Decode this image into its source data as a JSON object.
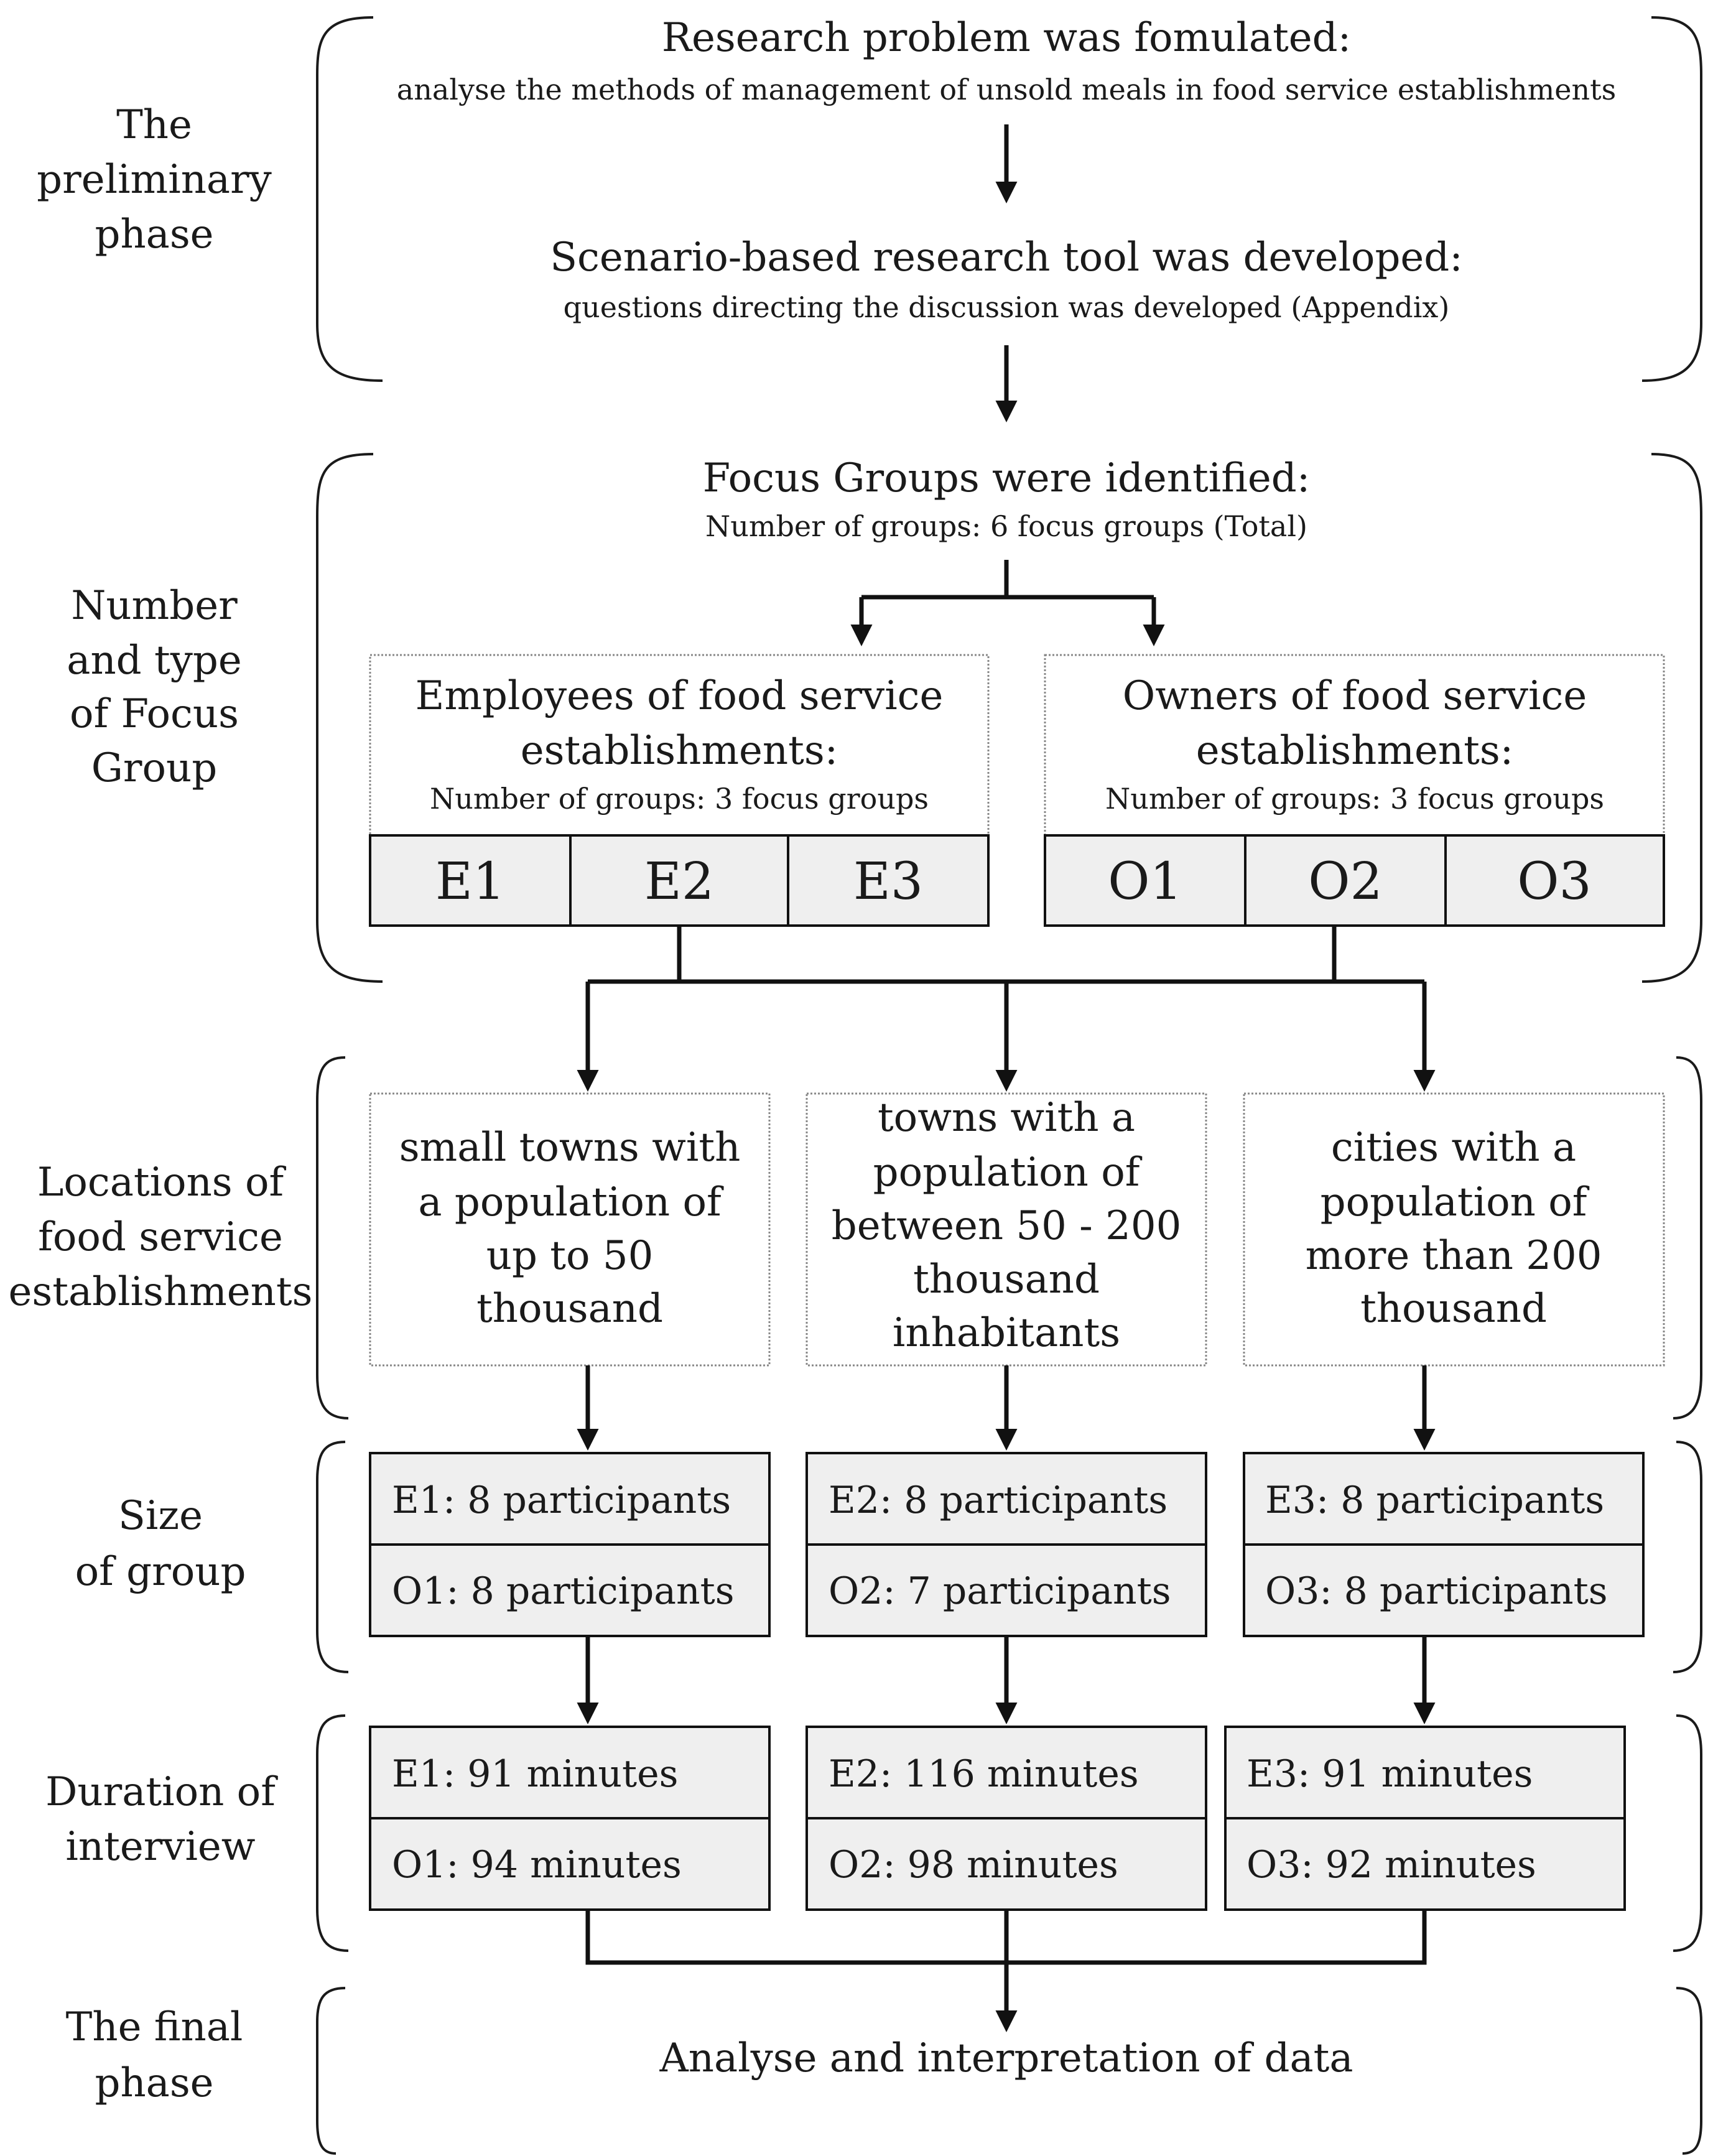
{
  "phases": {
    "preliminary": [
      "The",
      "preliminary",
      "phase"
    ],
    "focus_groups": [
      "Number",
      "and type",
      "of Focus",
      "Group"
    ],
    "locations": [
      "Locations of",
      "food service",
      "establishments"
    ],
    "size": [
      "Size",
      "of group"
    ],
    "duration": [
      "Duration of",
      "interview"
    ],
    "final": [
      "The final",
      "phase"
    ]
  },
  "step1": {
    "title": "Research problem was fomulated:",
    "subtitle": "analyse the methods of management of unsold meals in food service establishments"
  },
  "step2": {
    "title": "Scenario-based research tool was developed:",
    "subtitle": "questions directing the discussion was developed (Appendix)"
  },
  "step3": {
    "title": "Focus Groups were identified:",
    "subtitle": "Number of groups: 6 focus groups (Total)"
  },
  "employees": {
    "title": [
      "Employees of food service",
      "establishments:"
    ],
    "subtitle": "Number of groups: 3 focus groups",
    "groups": [
      "E1",
      "E2",
      "E3"
    ]
  },
  "owners": {
    "title": [
      "Owners of food service",
      "establishments:"
    ],
    "subtitle": "Number of groups: 3 focus groups",
    "groups": [
      "O1",
      "O2",
      "O3"
    ]
  },
  "locations": [
    [
      "small towns with",
      "a population of",
      "up to 50",
      "thousand"
    ],
    [
      "towns with a",
      "population of",
      "between 50 - 200",
      "thousand",
      "inhabitants"
    ],
    [
      "cities with a",
      "population of",
      "more than 200",
      "thousand"
    ]
  ],
  "sizes": [
    [
      "E1: 8 participants",
      "O1: 8 participants"
    ],
    [
      "E2: 8 participants",
      "O2: 7 participants"
    ],
    [
      "E3: 8 participants",
      "O3: 8 participants"
    ]
  ],
  "durations": [
    [
      "E1: 91 minutes",
      "O1: 94 minutes"
    ],
    [
      "E2: 116 minutes",
      "O2: 98 minutes"
    ],
    [
      "E3: 91 minutes",
      "O3: 92 minutes"
    ]
  ],
  "final": "Analyse and interpretation of data"
}
